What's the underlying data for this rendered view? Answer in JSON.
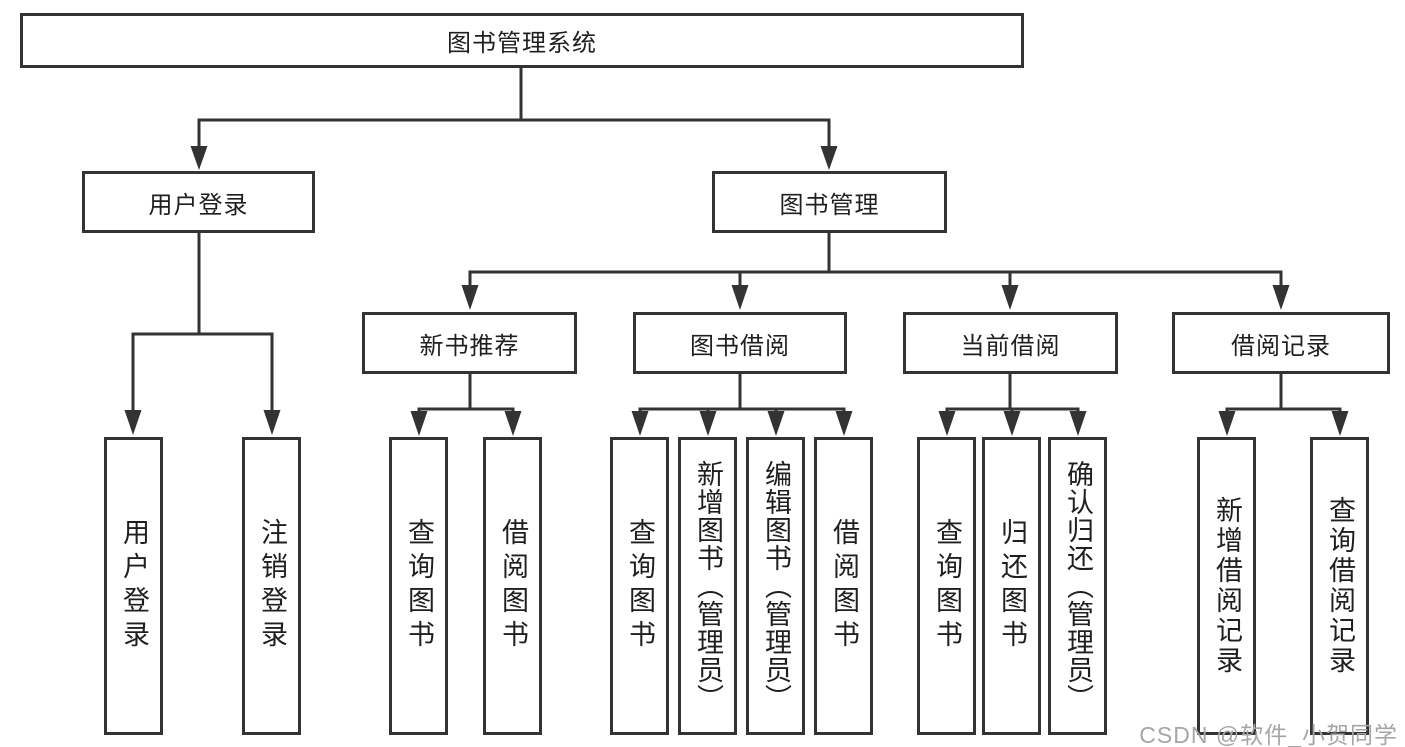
{
  "diagram": {
    "title": "图书管理系统",
    "root": {
      "label": "图书管理系统"
    },
    "level2": [
      {
        "id": "user-login",
        "label": "用户登录"
      },
      {
        "id": "book-management",
        "label": "图书管理"
      }
    ],
    "level3": [
      {
        "id": "new-book-recommend",
        "parent": "图书管理",
        "label": "新书推荐"
      },
      {
        "id": "book-borrow",
        "parent": "图书管理",
        "label": "图书借阅"
      },
      {
        "id": "current-borrow",
        "parent": "图书管理",
        "label": "当前借阅"
      },
      {
        "id": "borrow-records",
        "parent": "图书管理",
        "label": "借阅记录"
      }
    ],
    "level4": [
      {
        "parent": "用户登录",
        "label": "用户登录"
      },
      {
        "parent": "用户登录",
        "label": "注销登录"
      },
      {
        "parent": "新书推荐",
        "label": "查询图书"
      },
      {
        "parent": "新书推荐",
        "label": "借阅图书"
      },
      {
        "parent": "图书借阅",
        "label": "查询图书"
      },
      {
        "parent": "图书借阅",
        "label": "新增图书（管理员）"
      },
      {
        "parent": "图书借阅",
        "label": "编辑图书（管理员）"
      },
      {
        "parent": "图书借阅",
        "label": "借阅图书"
      },
      {
        "parent": "当前借阅",
        "label": "查询图书"
      },
      {
        "parent": "当前借阅",
        "label": "归还图书"
      },
      {
        "parent": "当前借阅",
        "label": "确认归还（管理员）"
      },
      {
        "parent": "借阅记录",
        "label": "新增借阅记录"
      },
      {
        "parent": "借阅记录",
        "label": "查询借阅记录"
      }
    ]
  },
  "watermark": {
    "text": "CSDN @软件_小贺同学"
  },
  "colors": {
    "line": "#333333",
    "box_border": "#333333",
    "box_fill": "#ffffff",
    "background": "#ffffff",
    "text": "#1f1f1f",
    "watermark": "#a6a6a6"
  }
}
